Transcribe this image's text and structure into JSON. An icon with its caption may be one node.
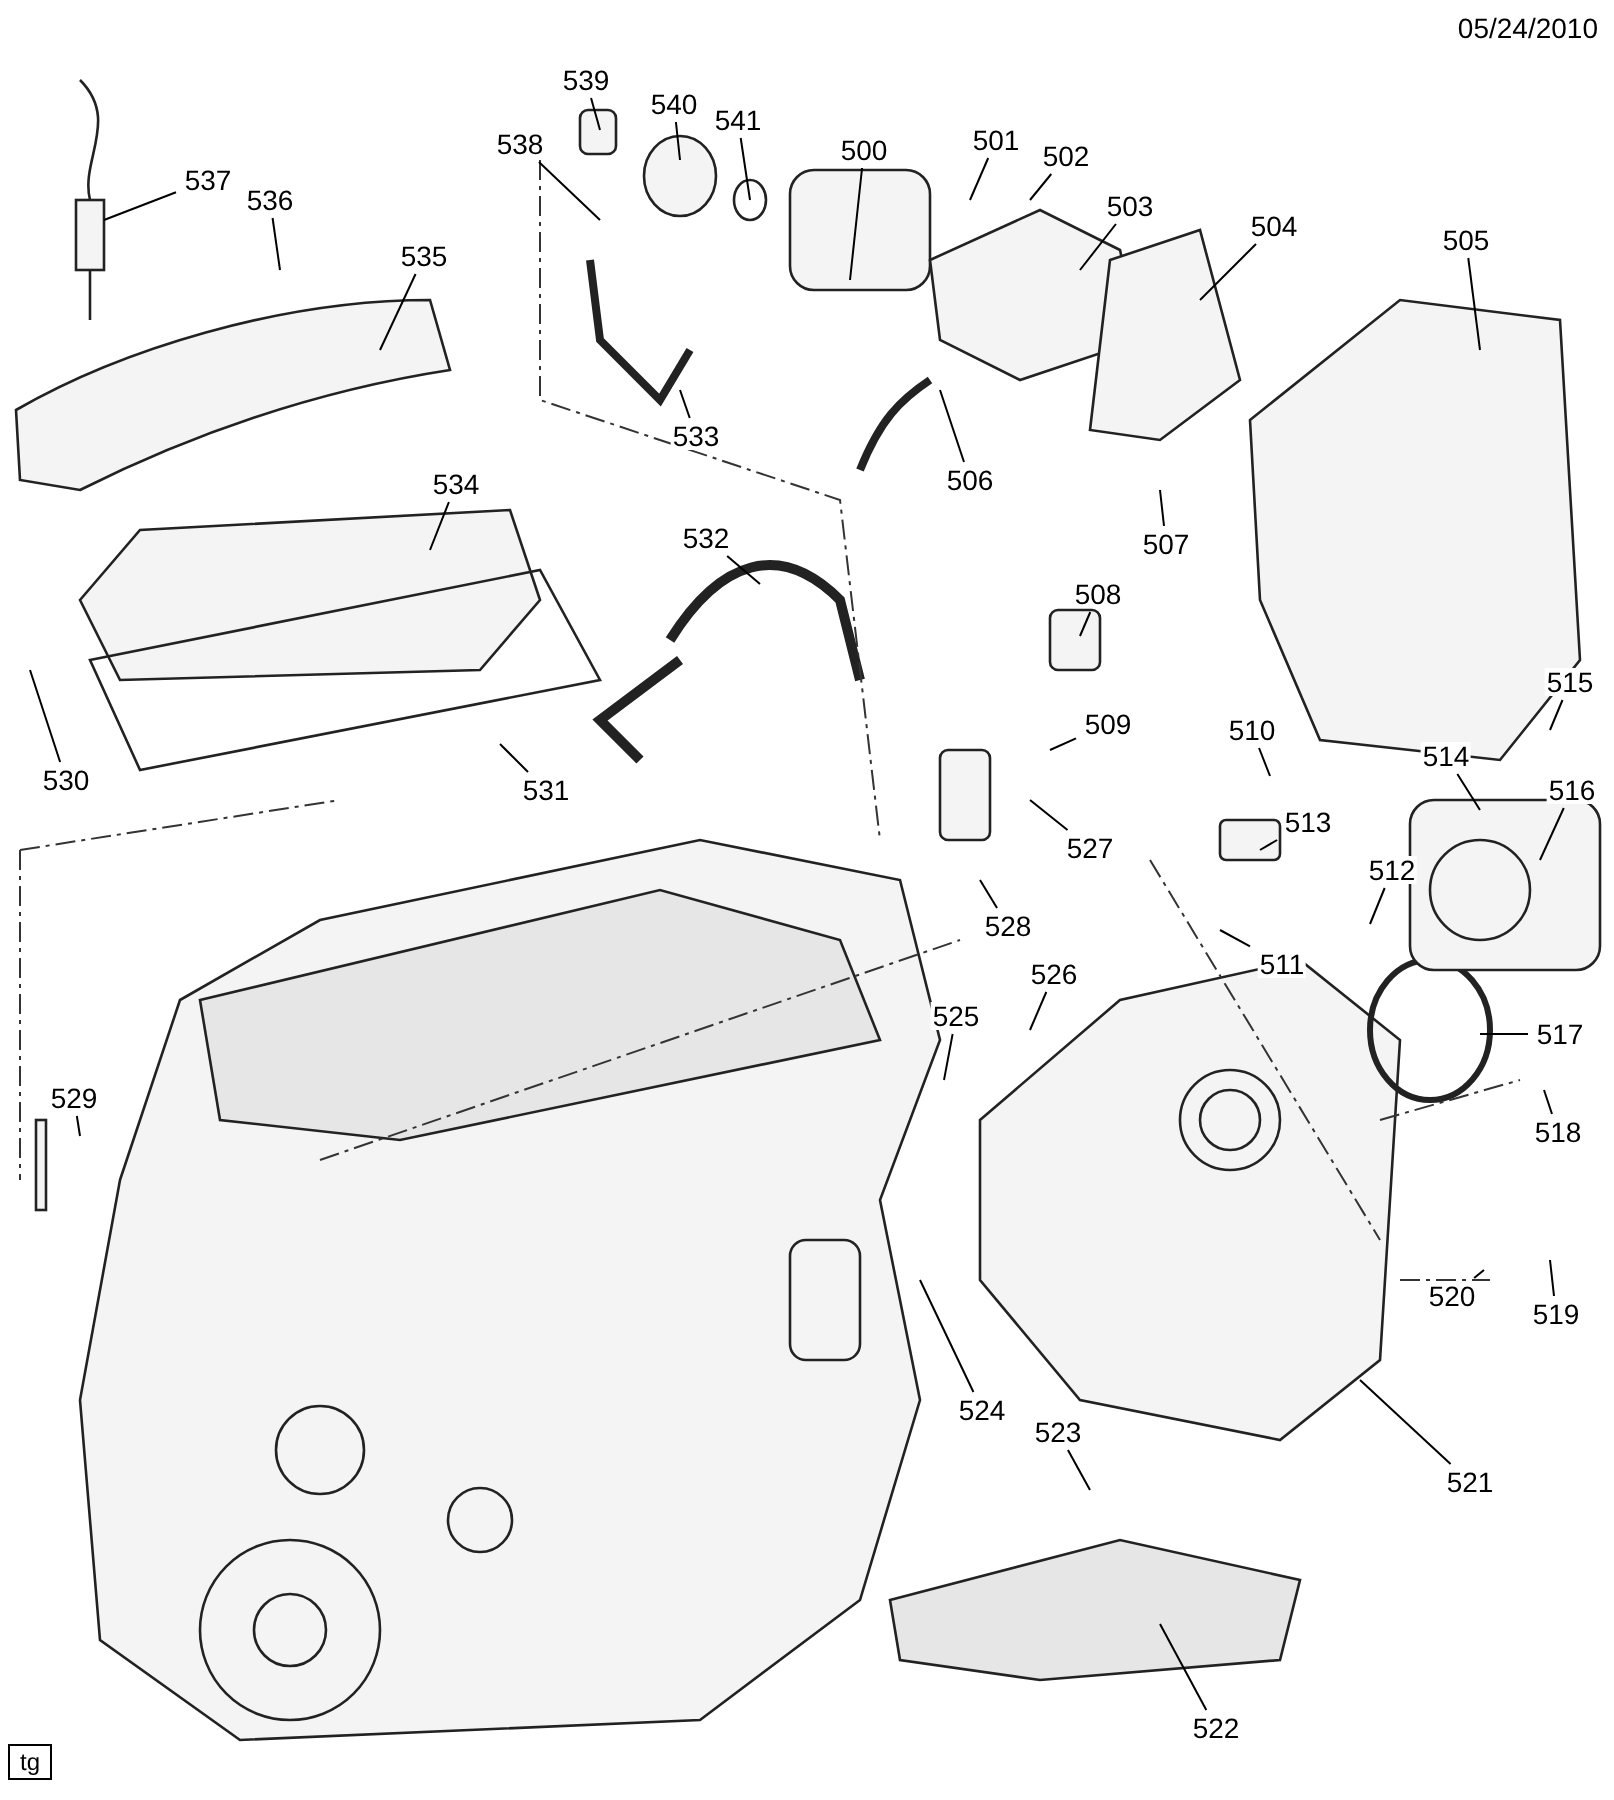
{
  "diagram": {
    "nodes": [
      {
        "text": [
          "500"
        ]
      },
      {
        "text": [
          "501"
        ]
      },
      {
        "text": [
          "502"
        ]
      },
      {
        "text": [
          "503"
        ]
      },
      {
        "text": [
          "504"
        ]
      },
      {
        "text": [
          "505"
        ]
      },
      {
        "text": [
          "506"
        ]
      },
      {
        "text": [
          "507"
        ]
      },
      {
        "text": [
          "508"
        ]
      },
      {
        "text": [
          "509"
        ]
      },
      {
        "text": [
          "510"
        ]
      },
      {
        "text": [
          "511"
        ]
      },
      {
        "text": [
          "512"
        ]
      },
      {
        "text": [
          "513"
        ]
      },
      {
        "text": [
          "514"
        ]
      },
      {
        "text": [
          "515"
        ]
      },
      {
        "text": [
          "516"
        ]
      },
      {
        "text": [
          "517"
        ]
      },
      {
        "text": [
          "518"
        ]
      },
      {
        "text": [
          "519"
        ]
      },
      {
        "text": [
          "520"
        ]
      },
      {
        "text": [
          "521"
        ]
      },
      {
        "text": [
          "522"
        ]
      },
      {
        "text": [
          "523"
        ]
      },
      {
        "text": [
          "524"
        ]
      },
      {
        "text": [
          "525"
        ]
      },
      {
        "text": [
          "526"
        ]
      },
      {
        "text": [
          "527"
        ]
      },
      {
        "text": [
          "528"
        ]
      },
      {
        "text": [
          "529"
        ]
      },
      {
        "text": [
          "530"
        ]
      },
      {
        "text": [
          "531"
        ]
      },
      {
        "text": [
          "532"
        ]
      },
      {
        "text": [
          "533"
        ]
      },
      {
        "text": [
          "534"
        ]
      },
      {
        "text": [
          "535"
        ]
      },
      {
        "text": [
          "536"
        ]
      },
      {
        "text": [
          "537"
        ]
      },
      {
        "text": [
          "538"
        ]
      },
      {
        "text": [
          "539"
        ]
      },
      {
        "text": [
          "540"
        ]
      },
      {
        "text": [
          "541"
        ]
      }
    ],
    "edges": [
      {
        "from": 0,
        "to": null,
        "arrow": "none"
      },
      {
        "from": 1,
        "to": null,
        "arrow": "none"
      },
      {
        "from": 2,
        "to": null,
        "arrow": "none"
      },
      {
        "from": 3,
        "to": null,
        "arrow": "none"
      },
      {
        "from": 4,
        "to": null,
        "arrow": "none"
      },
      {
        "from": 5,
        "to": null,
        "arrow": "none"
      },
      {
        "from": 6,
        "to": null,
        "arrow": "none"
      },
      {
        "from": 7,
        "to": null,
        "arrow": "none"
      },
      {
        "from": 8,
        "to": null,
        "arrow": "none"
      },
      {
        "from": 9,
        "to": null,
        "arrow": "none"
      },
      {
        "from": 10,
        "to": null,
        "arrow": "none"
      },
      {
        "from": 11,
        "to": null,
        "arrow": "none"
      },
      {
        "from": 12,
        "to": null,
        "arrow": "none"
      },
      {
        "from": 13,
        "to": null,
        "arrow": "none"
      },
      {
        "from": 14,
        "to": null,
        "arrow": "none"
      },
      {
        "from": 15,
        "to": null,
        "arrow": "none"
      },
      {
        "from": 16,
        "to": null,
        "arrow": "none"
      },
      {
        "from": 17,
        "to": null,
        "arrow": "none"
      },
      {
        "from": 18,
        "to": null,
        "arrow": "none"
      },
      {
        "from": 19,
        "to": null,
        "arrow": "none"
      },
      {
        "from": 20,
        "to": null,
        "arrow": "none"
      },
      {
        "from": 21,
        "to": null,
        "arrow": "none"
      },
      {
        "from": 22,
        "to": null,
        "arrow": "none"
      },
      {
        "from": 23,
        "to": null,
        "arrow": "none"
      },
      {
        "from": 24,
        "to": null,
        "arrow": "none"
      },
      {
        "from": 25,
        "to": null,
        "arrow": "none"
      },
      {
        "from": 26,
        "to": null,
        "arrow": "none"
      },
      {
        "from": 27,
        "to": null,
        "arrow": "none"
      },
      {
        "from": 28,
        "to": null,
        "arrow": "none"
      },
      {
        "from": 29,
        "to": null,
        "arrow": "none"
      },
      {
        "from": 30,
        "to": null,
        "arrow": "none"
      },
      {
        "from": 31,
        "to": null,
        "arrow": "none"
      },
      {
        "from": 32,
        "to": null,
        "arrow": "none"
      },
      {
        "from": 33,
        "to": null,
        "arrow": "none"
      },
      {
        "from": 34,
        "to": null,
        "arrow": "none"
      },
      {
        "from": 35,
        "to": null,
        "arrow": "none"
      },
      {
        "from": 36,
        "to": null,
        "arrow": "none"
      },
      {
        "from": 37,
        "to": null,
        "arrow": "none"
      },
      {
        "from": 38,
        "to": null,
        "arrow": "none"
      },
      {
        "from": 39,
        "to": null,
        "arrow": "none"
      },
      {
        "from": 40,
        "to": null,
        "arrow": "none"
      },
      {
        "from": 41,
        "to": null,
        "arrow": "none"
      }
    ],
    "labels": [
      "05/24/2010",
      "tg"
    ]
  }
}
